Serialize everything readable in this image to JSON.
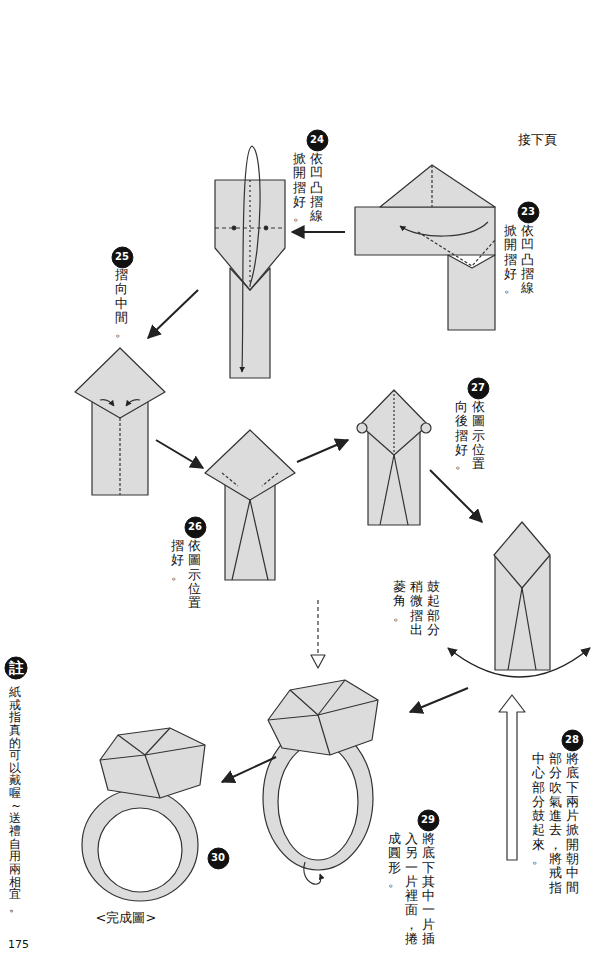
{
  "diagram": {
    "nodes": [
      {
        "text": [
          "23"
        ]
      },
      {
        "text": [
          "24"
        ]
      },
      {
        "text": [
          "25"
        ]
      },
      {
        "text": [
          "26"
        ]
      },
      {
        "text": [
          "27"
        ]
      },
      {
        "text": [
          "28"
        ]
      },
      {
        "text": [
          "29"
        ]
      },
      {
        "text": [
          "30"
        ]
      },
      {
        "text": [
          "註"
        ]
      }
    ],
    "labels": [
      "接下頁",
      "依凹凸摺線掀開摺好。",
      "依凹凸摺線掀開摺好。",
      "摺向中間。",
      "依圖示位置向後摺好。",
      "依圖示位置摺好。",
      "鼓起部分稍微摺出菱角。",
      "將底下兩片掀開朝中間部分吹氣進去，將戒指中心部分鼓起來。",
      "將底下其中一片插入另一片裡面，捲成圓形。",
      "<完成圖>",
      "紙戒指真的可以戴喔~送禮自用兩相宜。",
      "175"
    ]
  }
}
